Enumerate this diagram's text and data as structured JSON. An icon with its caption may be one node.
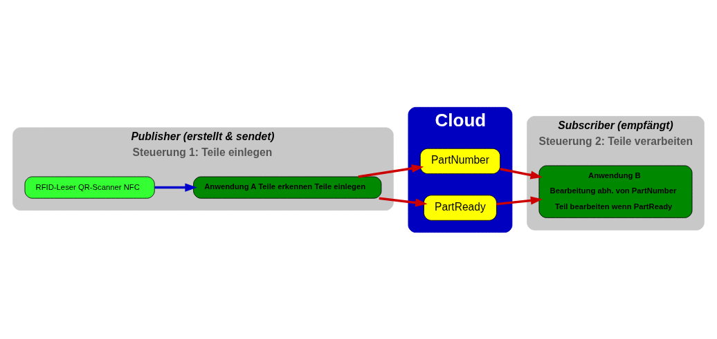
{
  "diagram": {
    "nodes": [
      {
        "text": [
          "Publisher (erstellt & sendet)",
          "Steuerung 1: Teile einlegen"
        ]
      },
      {
        "text": [
          "Anwendung A Teile erkennen Teile einlegen"
        ],
        "in": 0
      },
      {
        "text": [
          "RFID-Leser QR-Scanner NFC"
        ],
        "in": 0
      },
      {
        "text": [
          "Subscriber (empfängt)",
          "Steuerung 2: Teile verarbeiten"
        ]
      },
      {
        "text": [
          "Anwendung B",
          "Bearbeitung abh. von PartNumber",
          "Teil bearbeiten wenn PartReady"
        ],
        "in": 3
      },
      {
        "text": [
          "Cloud"
        ]
      },
      {
        "text": [
          "PartNumber"
        ],
        "in": 5
      },
      {
        "text": [
          "PartReady"
        ],
        "in": 5
      }
    ],
    "edges": [
      {
        "from": 2,
        "to": 1,
        "arrow": "to",
        "color": "#0000cc"
      },
      {
        "from": 1,
        "to": 6,
        "arrow": "to"
      },
      {
        "from": 1,
        "to": 7,
        "arrow": "to"
      },
      {
        "from": 6,
        "to": 4,
        "arrow": "to"
      },
      {
        "from": 7,
        "to": 4,
        "arrow": "to"
      }
    ]
  }
}
